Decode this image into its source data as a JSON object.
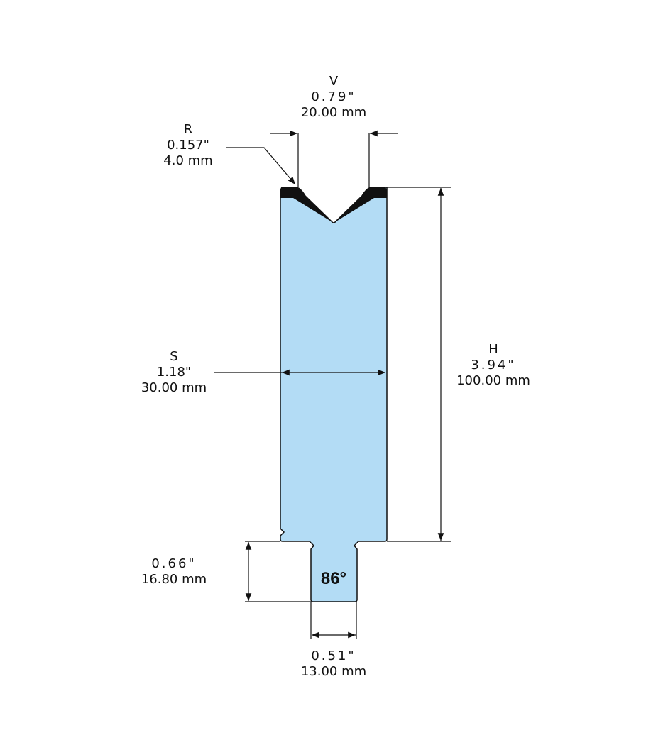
{
  "title": "V-die profile drawing",
  "colors": {
    "fill": "#b3dcf5",
    "line": "#111111"
  },
  "dimensions": {
    "V": {
      "label": "V",
      "inch": "0.79\"",
      "mm": "20.00 mm"
    },
    "R": {
      "label": "R",
      "inch": "0.157\"",
      "mm": "4.0 mm"
    },
    "S": {
      "label": "S",
      "inch": "1.18\"",
      "mm": "30.00 mm"
    },
    "H": {
      "label": "H",
      "inch": "3.94\"",
      "mm": "100.00 mm"
    },
    "tang_height": {
      "inch": "0.66\"",
      "mm": "16.80 mm"
    },
    "tang_width": {
      "inch": "0.51\"",
      "mm": "13.00 mm"
    }
  },
  "angle": "86°"
}
